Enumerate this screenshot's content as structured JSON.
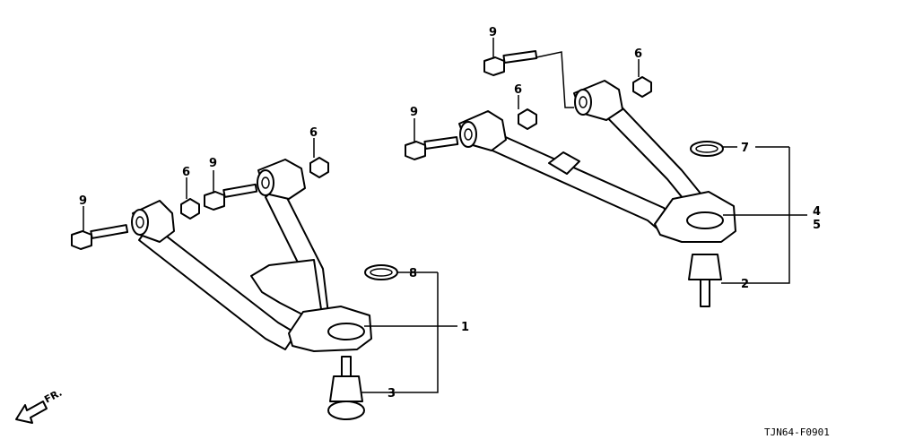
{
  "diagram": {
    "callouts": {
      "c1": "1",
      "c2": "2",
      "c3": "3",
      "c4": "4",
      "c5": "5",
      "c6": "6",
      "c7": "7",
      "c8": "8",
      "c9": "9"
    },
    "direction_label": "FR.",
    "drawing_code": "TJN64-F0901"
  }
}
